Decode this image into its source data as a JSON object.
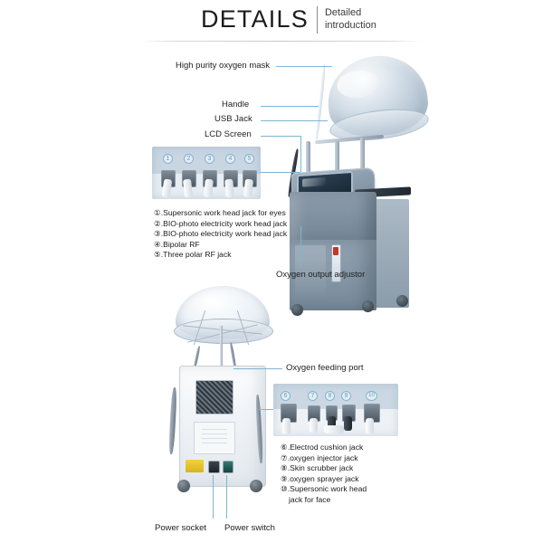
{
  "header": {
    "title": "DETAILS",
    "subtitle_line1": "Detailed",
    "subtitle_line2": "introduction"
  },
  "colors": {
    "leader_line": "#7fb5d5",
    "numeral": "#5b9ec9",
    "text": "#1f1f1f",
    "rule": "#c9c9c9"
  },
  "top_section": {
    "callouts": [
      {
        "label": "High purity oxygen mask"
      },
      {
        "label": "Handle"
      },
      {
        "label": "USB Jack"
      },
      {
        "label": "LCD Screen"
      }
    ],
    "caption": "Oxygen output adjustor",
    "jack_numerals": [
      "1",
      "2",
      "3",
      "4",
      "5"
    ],
    "legend": [
      "①.Supersonic work head jack for eyes",
      "②.BIO-photo electricity work head jack",
      "③.BIO-photo electricity work head jack",
      "④.Bipolar RF",
      "⑤.Three polar RF jack"
    ]
  },
  "bottom_section": {
    "callouts": [
      {
        "label": "Oxygen feeding port"
      },
      {
        "label": "Power socket"
      },
      {
        "label": "Power switch"
      }
    ],
    "jack_numerals": [
      "6",
      "7",
      "8",
      "9",
      "10"
    ],
    "legend": [
      "⑥.Electrod cushion jack",
      "⑦.oxygen injector jack",
      "⑧.Skin scrubber jack",
      "⑨.oxygen  sprayer jack",
      "⑩.Supersonic work head",
      "jack for face"
    ]
  }
}
